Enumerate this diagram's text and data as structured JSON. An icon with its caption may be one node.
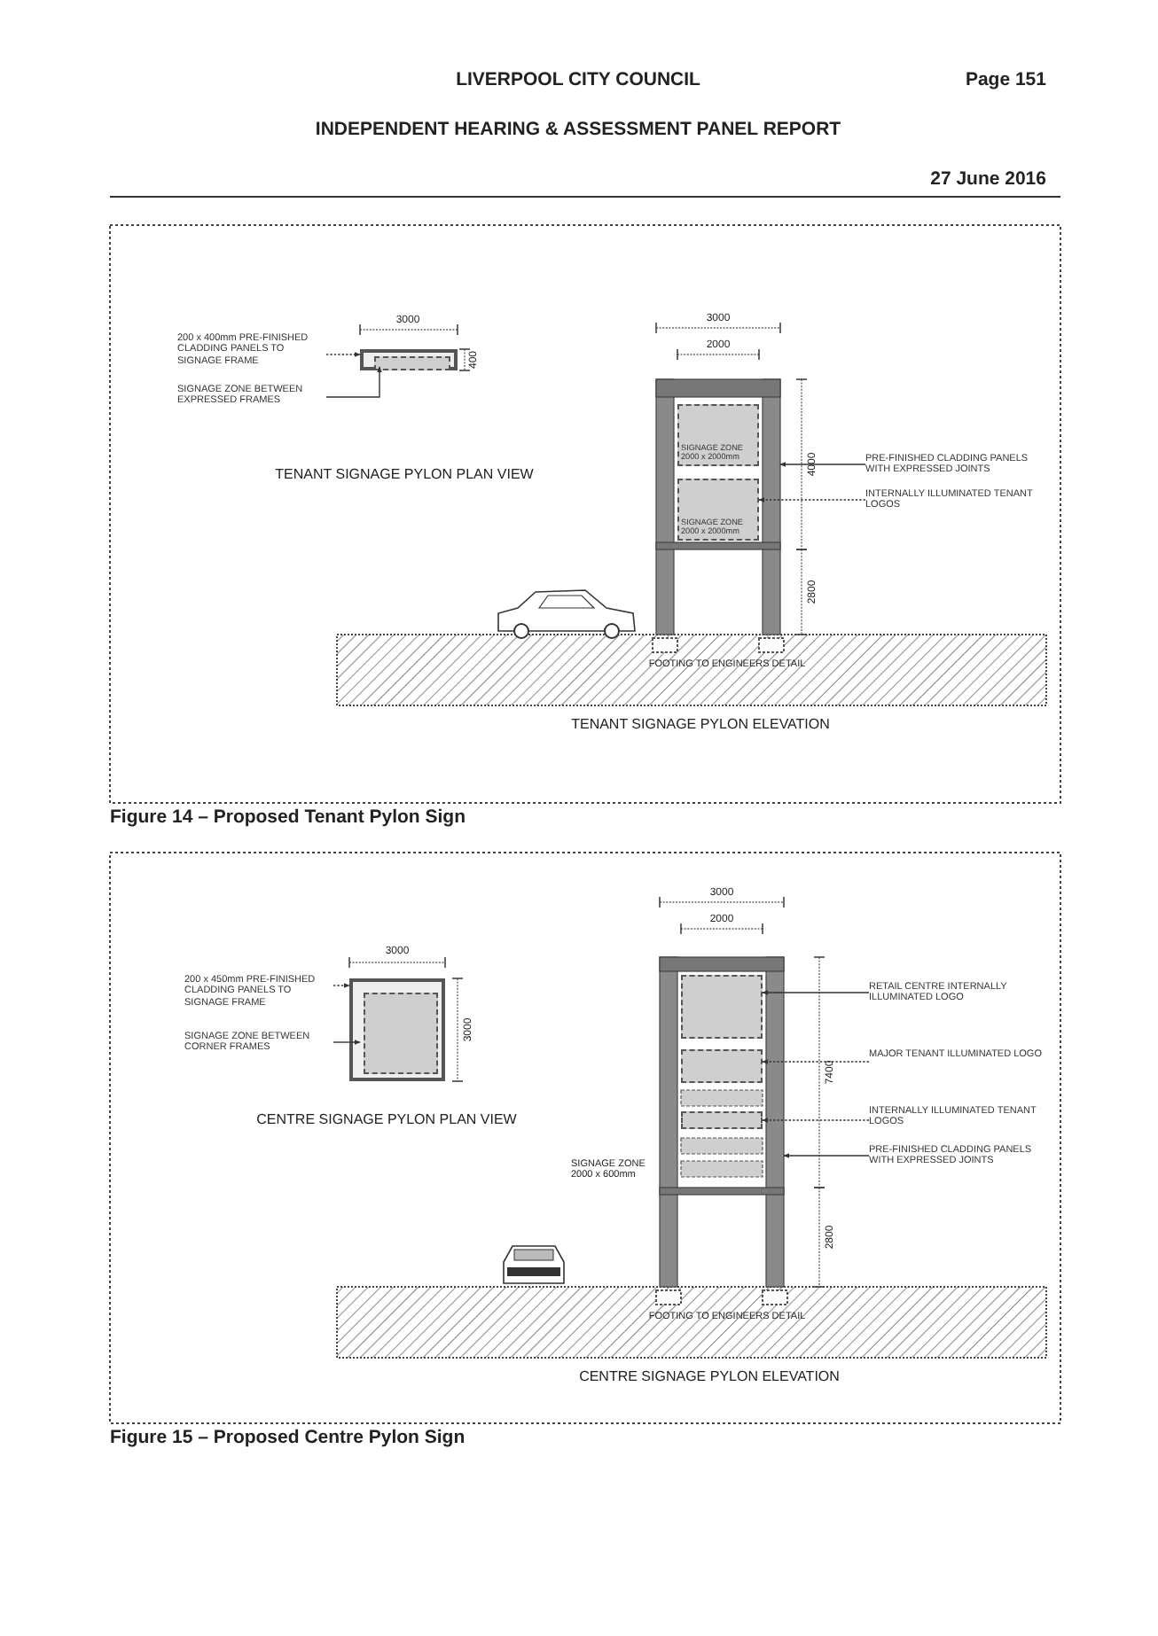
{
  "diagram": {
    "title": "INDEPENDENT HEARING & ASSESSMENT PANEL REPORT",
    "nodes": [
      {
        "text": [
          "200 x 400mm PRE-FINISHED CLADDING PANELS TO SIGNAGE FRAME"
        ]
      },
      {
        "text": [
          "SIGNAGE ZONE BETWEEN EXPRESSED FRAMES"
        ]
      },
      {
        "text": [],
        "shape": "box"
      },
      {
        "text": [],
        "shape": "box",
        "in": 2
      },
      {
        "text": [],
        "shape": "picture"
      },
      {
        "text": [
          "SIGNAGE ZONE 2000 x 2000mm"
        ],
        "in": 4
      },
      {
        "text": [
          "SIGNAGE ZONE 2000 x 2000mm"
        ],
        "in": 4
      },
      {
        "text": [
          "PRE-FINISHED CLADDING PANELS WITH EXPRESSED JOINTS"
        ]
      },
      {
        "text": [
          "INTERNALLY ILLUMINATED TENANT LOGOS"
        ]
      },
      {
        "text": [
          "200 x 450mm PRE-FINISHED CLADDING PANELS TO SIGNAGE FRAME"
        ]
      },
      {
        "text": [
          "SIGNAGE ZONE BETWEEN CORNER FRAMES"
        ]
      },
      {
        "text": [],
        "shape": "box"
      },
      {
        "text": [],
        "shape": "box",
        "in": 11
      },
      {
        "text": [],
        "shape": "picture"
      },
      {
        "text": [],
        "shape": "box",
        "in": 13
      },
      {
        "text": [],
        "shape": "box",
        "in": 13
      },
      {
        "text": [],
        "shape": "box",
        "in": 13
      },
      {
        "text": [
          "RETAIL CENTRE INTERNALLY ILLUMINATED LOGO"
        ]
      },
      {
        "text": [
          "MAJOR TENANT ILLUMINATED LOGO"
        ]
      },
      {
        "text": [
          "INTERNALLY ILLUMINATED TENANT LOGOS"
        ]
      },
      {
        "text": [
          "PRE-FINISHED CLADDING PANELS WITH EXPRESSED JOINTS"
        ]
      }
    ],
    "edges": [
      {
        "from": 0,
        "to": 2,
        "arrow": "to",
        "style": "dashed"
      },
      {
        "from": 1,
        "to": 3,
        "arrow": "to"
      },
      {
        "from": 7,
        "to": 4,
        "arrow": "to"
      },
      {
        "from": 8,
        "to": 6,
        "arrow": "to",
        "style": "dashed"
      },
      {
        "from": 9,
        "to": 11,
        "arrow": "to",
        "style": "dashed"
      },
      {
        "from": 10,
        "to": 12,
        "arrow": "to"
      },
      {
        "from": 17,
        "to": 14,
        "arrow": "to"
      },
      {
        "from": 18,
        "to": 15,
        "arrow": "to",
        "style": "dashed"
      },
      {
        "from": 19,
        "to": 16,
        "arrow": "to",
        "style": "dashed"
      },
      {
        "from": 20,
        "to": 13,
        "arrow": "to"
      }
    ],
    "labels": [
      "LIVERPOOL CITY COUNCIL",
      "Page 151",
      "27 June 2016",
      "3000",
      "400",
      "3000",
      "2000",
      "4000",
      "2800",
      "TENANT SIGNAGE PYLON PLAN VIEW",
      "FOOTING TO ENGINEERS DETAIL",
      "TENANT SIGNAGE PYLON ELEVATION",
      "Figure 14 – Proposed Tenant Pylon Sign",
      "3000",
      "3000",
      "3000",
      "2000",
      "7400",
      "2800",
      "CENTRE SIGNAGE PYLON PLAN VIEW",
      "SIGNAGE ZONE 2000 x 600mm",
      "FOOTING TO ENGINEERS DETAIL",
      "CENTRE SIGNAGE PYLON ELEVATION",
      "Figure 15 – Proposed Centre Pylon Sign"
    ]
  }
}
